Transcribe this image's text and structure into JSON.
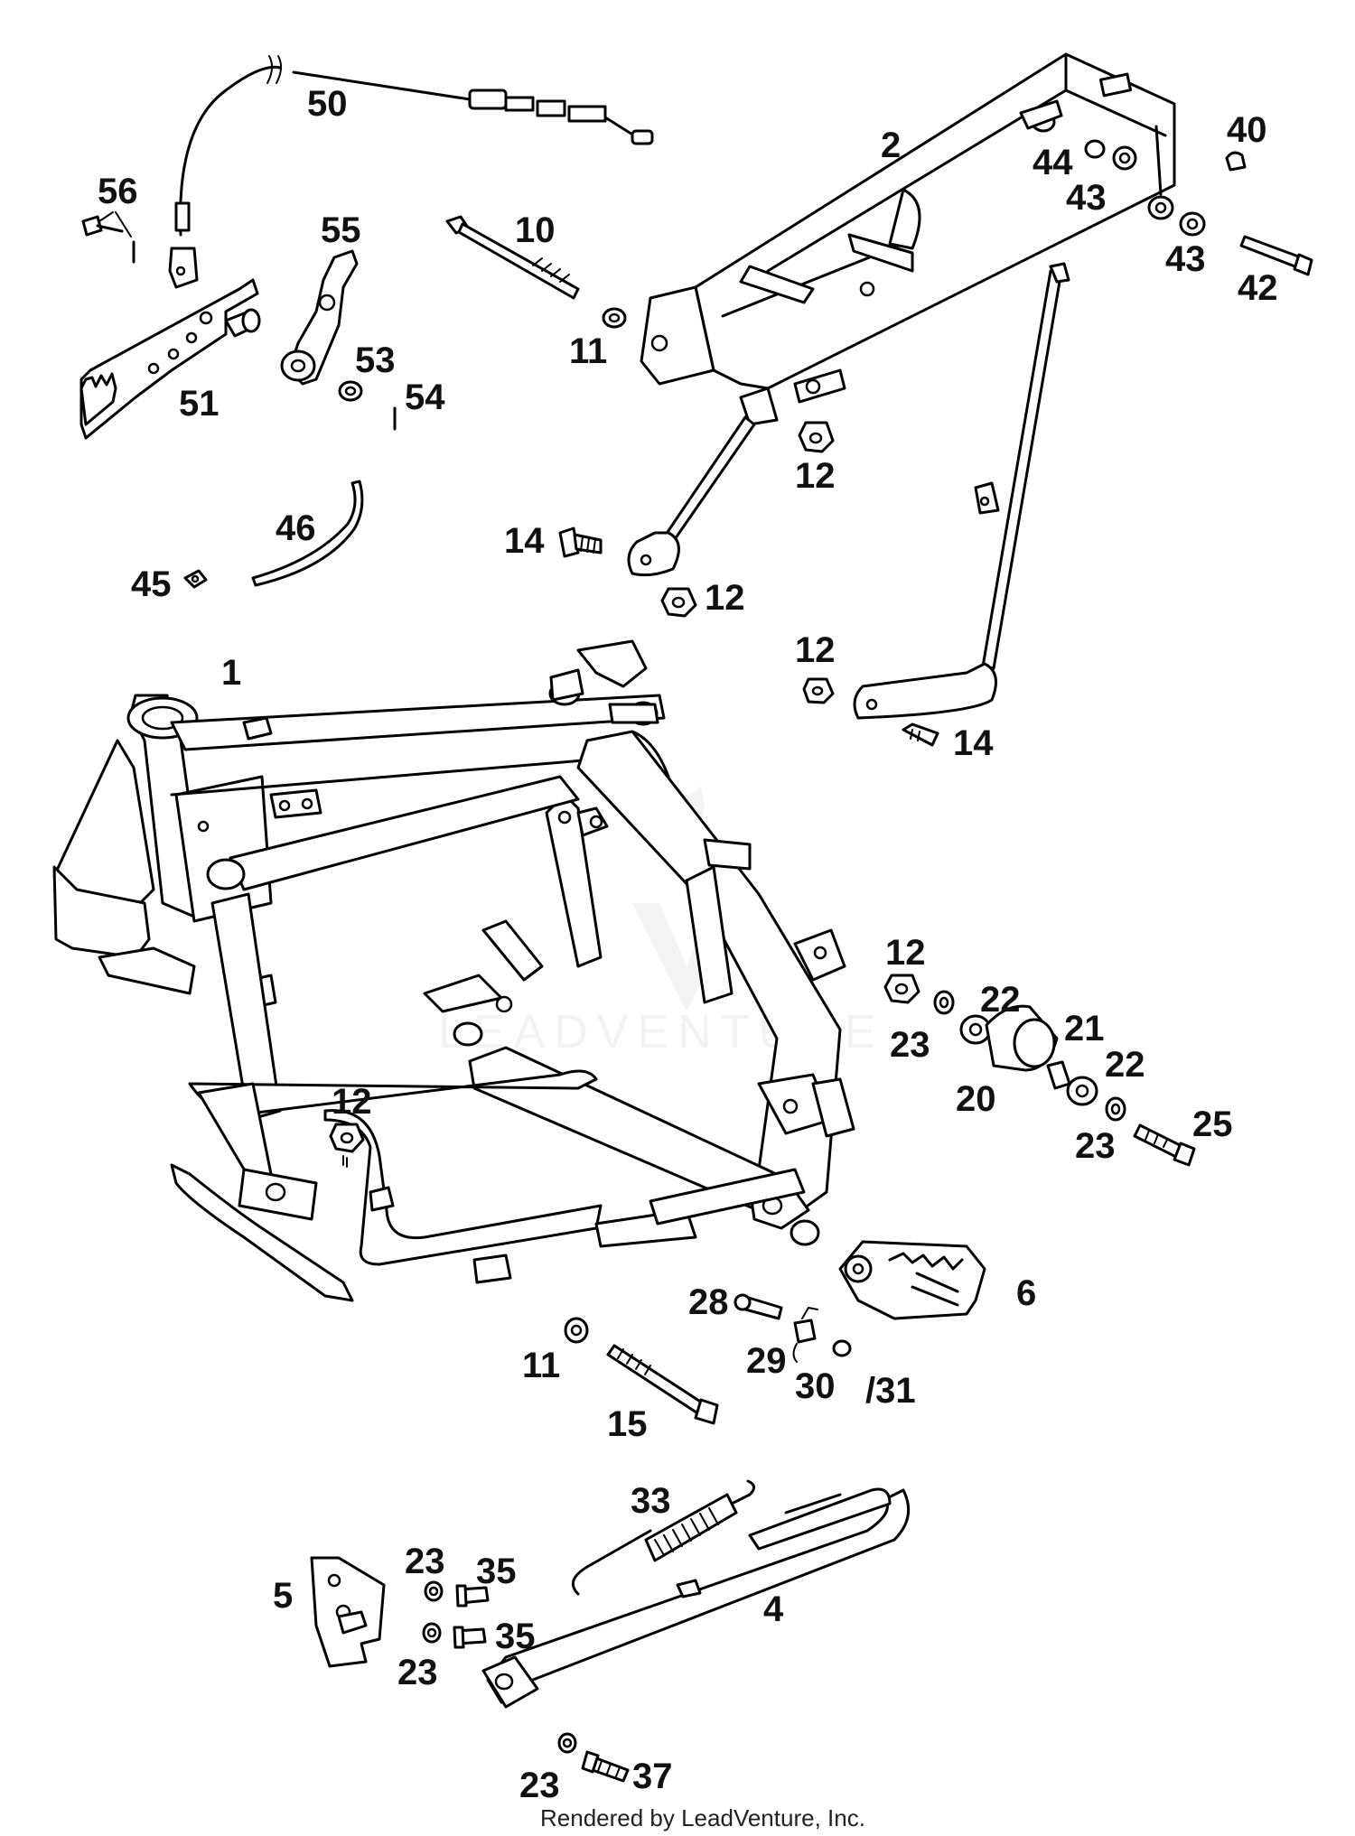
{
  "watermark": "LEADVENTURE",
  "footer": "Rendered by LeadVenture, Inc.",
  "callouts": {
    "c50": "50",
    "c56": "56",
    "c55": "55",
    "c51": "51",
    "c53": "53",
    "c54": "54",
    "c10": "10",
    "c11a": "11",
    "c2": "2",
    "c44": "44",
    "c43a": "43",
    "c40": "40",
    "c43b": "43",
    "c42": "42",
    "c12a": "12",
    "c46": "46",
    "c45": "45",
    "c14a": "14",
    "c12b": "12",
    "c12c": "12",
    "c14b": "14",
    "c1": "1",
    "c12d": "12",
    "c22a": "22",
    "c23a": "23",
    "c21": "21",
    "c20": "20",
    "c22b": "22",
    "c23b": "23",
    "c25": "25",
    "c12e": "12",
    "c28": "28",
    "c6": "6",
    "c29": "29",
    "c30": "30",
    "c31": "/31",
    "c11b": "11",
    "c15": "15",
    "c33": "33",
    "c5": "5",
    "c23c": "23",
    "c35a": "35",
    "c35b": "35",
    "c23d": "23",
    "c4": "4",
    "c23e": "23",
    "c37": "37"
  }
}
